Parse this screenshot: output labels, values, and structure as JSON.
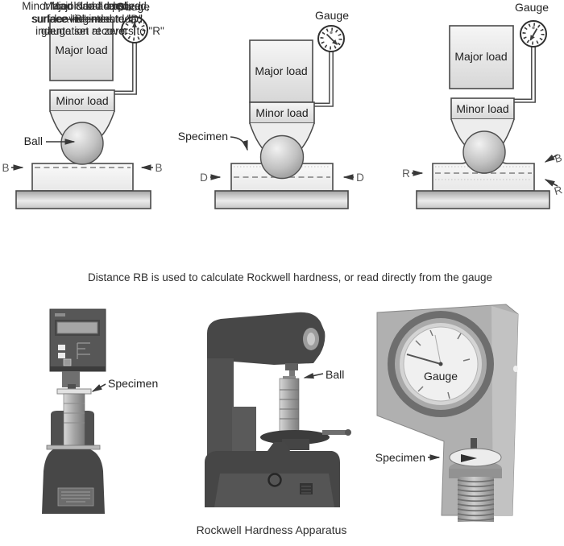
{
  "colors": {
    "outline": "#4a4a4a",
    "dashed_line": "#8f8f8f",
    "text": "#2e2e2e",
    "marker_letters": "#5a5a5a",
    "metal_light": "#ededed",
    "metal_dark": "#4a4a4a"
  },
  "stage_diagrams": [
    {
      "gauge_label": "Gauge",
      "major_load": "Major load",
      "minor_load": "Minor load",
      "ball_label": "Ball",
      "markers": {
        "left": "B",
        "right": "B"
      },
      "caption_lines": [
        "Minor load & ball applied,",
        "surface \"B\" indented,",
        "gauge set at zero"
      ]
    },
    {
      "gauge_label": "Gauge",
      "major_load": "Major load",
      "minor_load": "Minor load",
      "specimen_label": "Specimen",
      "markers": {
        "left": "D",
        "right": "D"
      },
      "caption_lines": [
        "Major load added,",
        "surface indented to \"D\""
      ]
    },
    {
      "gauge_label": "Gauge",
      "major_load": "Major load",
      "minor_load": "Minor load",
      "markers": {
        "left": "R",
        "right_top": "B",
        "right_bottom": "R"
      },
      "caption_lines": [
        "Major load removed,",
        "leaving minor load,",
        "indentation recovers to \"R\""
      ]
    }
  ],
  "middle_caption": "Distance RB is used to calculate Rockwell hardness, or read directly from the gauge",
  "photos": [
    {
      "subject": "digital-rockwell-tester",
      "label": "Specimen"
    },
    {
      "subject": "bench-rockwell-tester",
      "label": "Ball"
    },
    {
      "subject": "gauge-and-specimen-closeup",
      "gauge_label": "Gauge",
      "specimen_label": "Specimen"
    }
  ],
  "bottom_caption": "Rockwell Hardness Apparatus"
}
